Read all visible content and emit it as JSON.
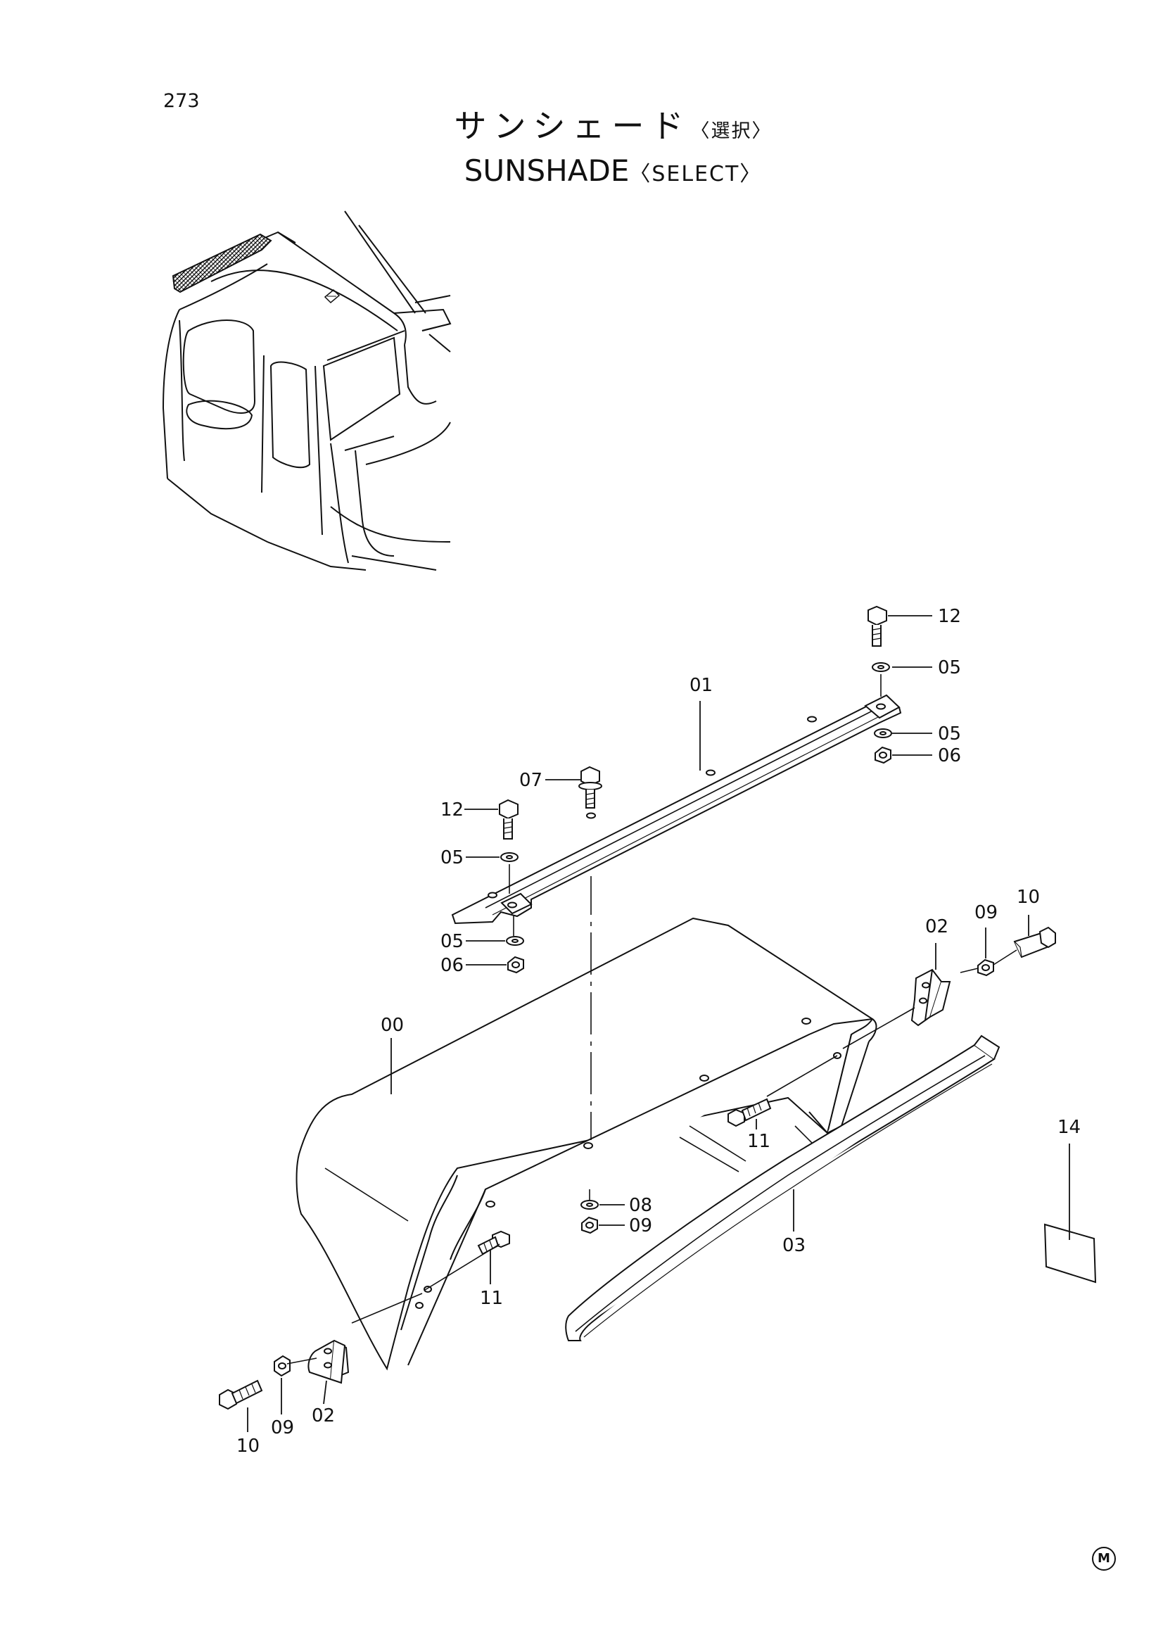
{
  "page": {
    "number": "273"
  },
  "title": {
    "japanese": "サンシェード",
    "japanese_select": "〈選択〉",
    "english": "SUNSHADE",
    "english_select": "〈SELECT〉"
  },
  "callouts": {
    "c00": "00",
    "c01": "01",
    "c02a": "02",
    "c02b": "02",
    "c03": "03",
    "c05a": "05",
    "c05b": "05",
    "c05c": "05",
    "c05d": "05",
    "c06a": "06",
    "c06b": "06",
    "c07": "07",
    "c08": "08",
    "c09a": "09",
    "c09b": "09",
    "c09c": "09",
    "c10a": "10",
    "c10b": "10",
    "c11a": "11",
    "c11b": "11",
    "c12a": "12",
    "c12b": "12",
    "c14": "14"
  },
  "footer": {
    "mark": "M"
  }
}
